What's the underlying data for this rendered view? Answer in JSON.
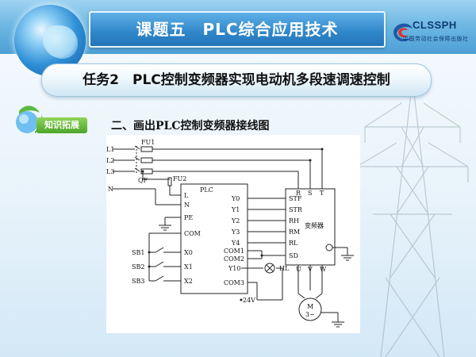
{
  "header": {
    "title": "课题五　PLC综合应用技术",
    "logo_text": "CLSSPH",
    "logo_subtext": "中国劳动社会保障出版社"
  },
  "task": {
    "title": "任务2　PLC控制变频器实现电动机多段速调速控制"
  },
  "sidebar": {
    "tab_label": "知识拓展"
  },
  "section": {
    "title": "二、画出PLC控制变频器接线图"
  },
  "diagram": {
    "lines": [
      "L1",
      "L2",
      "L3",
      "N"
    ],
    "fuse1": "FU1",
    "fuse2": "FU2",
    "breaker": "QF",
    "plc": {
      "title": "PLC",
      "left_terminals": [
        "L",
        "N",
        "PE",
        "COM",
        "X0",
        "X1",
        "X2"
      ],
      "right_terminals": [
        "Y0",
        "Y1",
        "Y2",
        "Y3",
        "Y4",
        "COM1",
        "COM2",
        "Y10",
        "COM3"
      ]
    },
    "vfd": {
      "label": "变频器",
      "top_terminals": [
        "R",
        "S",
        "T"
      ],
      "left_terminals": [
        "STF",
        "STR",
        "RH",
        "RM",
        "RL",
        "SD"
      ],
      "bottom_terminals": [
        "U",
        "V",
        "W"
      ]
    },
    "switches": [
      "SB1",
      "SB2",
      "SB3"
    ],
    "lamp": "HL",
    "supply": "24V",
    "motor": {
      "label": "M",
      "phase": "3~"
    }
  }
}
